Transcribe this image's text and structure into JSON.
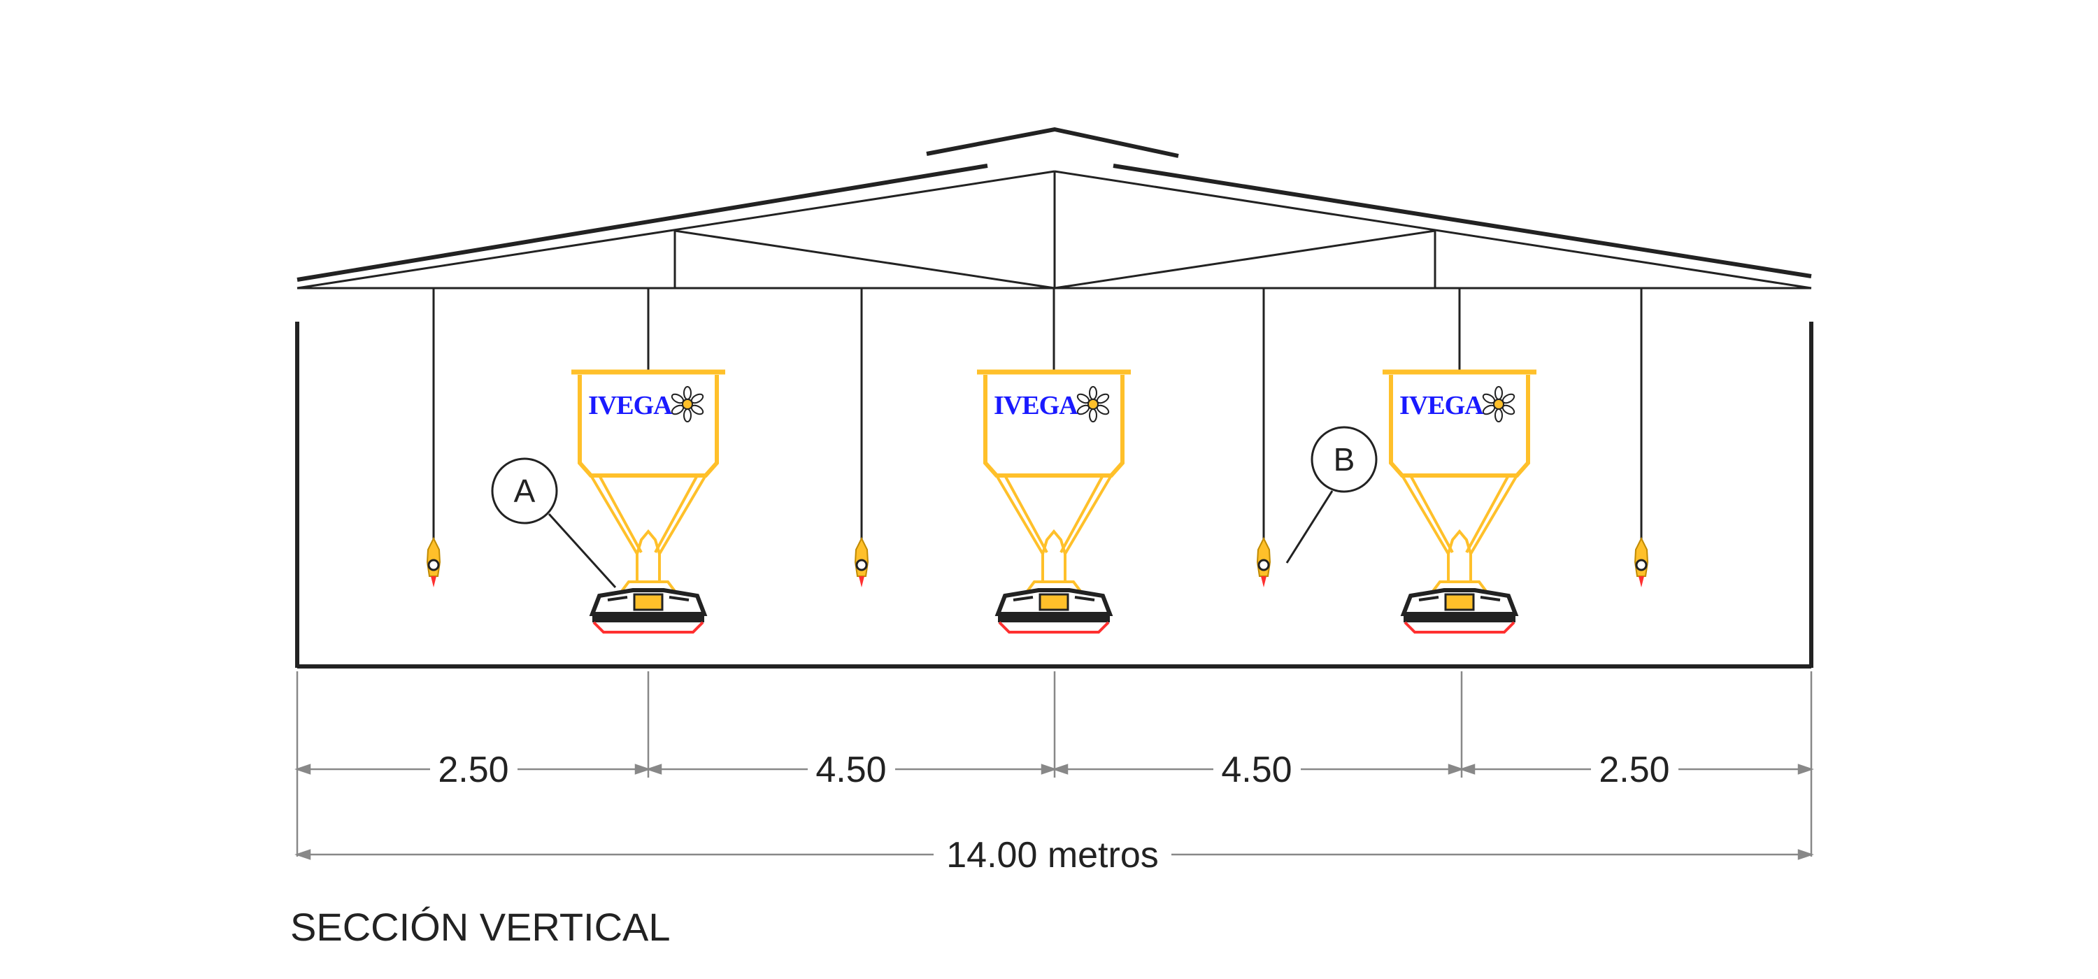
{
  "caption": "SECCIÓN VERTICAL",
  "dimensions": {
    "segments": [
      "2.50",
      "4.50",
      "4.50",
      "2.50"
    ],
    "total": "14.00 metros"
  },
  "callouts": {
    "a": "A",
    "b": "B"
  },
  "feeders": [
    {
      "brand": "IVEGA"
    },
    {
      "brand": "IVEGA"
    },
    {
      "brand": "IVEGA"
    }
  ],
  "colors": {
    "structure": "#222222",
    "hopper": "#ffc02a",
    "logo": "#1a1aff",
    "pan": "#222222",
    "pan_rim": "#ff3030",
    "dimension": "#888888"
  }
}
